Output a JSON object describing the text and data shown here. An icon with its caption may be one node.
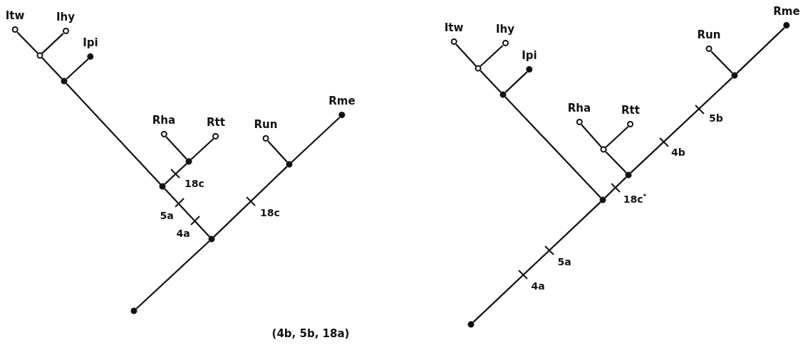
{
  "diagram": {
    "nodes": [
      {
        "text": [
          "Itw"
        ]
      },
      {
        "text": [
          "Ihy"
        ]
      },
      {
        "text": [
          "Ipi"
        ]
      },
      {
        "text": [
          "Rha"
        ]
      },
      {
        "text": [
          "Rtt"
        ]
      },
      {
        "text": [
          "Run"
        ]
      },
      {
        "text": [
          "Rme"
        ]
      },
      {
        "text": [],
        "shape": "circle"
      },
      {
        "text": [],
        "shape": "circle"
      },
      {
        "text": [],
        "shape": "circle"
      },
      {
        "text": [],
        "shape": "circle"
      },
      {
        "text": [],
        "shape": "circle"
      },
      {
        "text": [],
        "shape": "circle"
      },
      {
        "text": [],
        "shape": "circle"
      },
      {
        "text": [
          "Itw"
        ]
      },
      {
        "text": [
          "Ihy"
        ]
      },
      {
        "text": [
          "Ipi"
        ]
      },
      {
        "text": [
          "Rha"
        ]
      },
      {
        "text": [
          "Rtt"
        ]
      },
      {
        "text": [
          "Run"
        ]
      },
      {
        "text": [
          "Rme"
        ]
      },
      {
        "text": [],
        "shape": "circle"
      },
      {
        "text": [],
        "shape": "circle"
      },
      {
        "text": [],
        "shape": "circle"
      },
      {
        "text": [],
        "shape": "circle"
      },
      {
        "text": [],
        "shape": "circle"
      },
      {
        "text": [],
        "shape": "circle"
      },
      {
        "text": [],
        "shape": "circle"
      }
    ],
    "edges": [
      {
        "from": 7,
        "to": 0,
        "arrow": "none"
      },
      {
        "from": 7,
        "to": 1,
        "arrow": "none"
      },
      {
        "from": 8,
        "to": 7,
        "arrow": "none"
      },
      {
        "from": 8,
        "to": 2,
        "arrow": "none"
      },
      {
        "from": 9,
        "to": 3,
        "arrow": "none"
      },
      {
        "from": 9,
        "to": 4,
        "arrow": "none"
      },
      {
        "from": 10,
        "to": 9,
        "arrow": "none"
      },
      {
        "from": 10,
        "to": 8,
        "arrow": "none"
      },
      {
        "from": 12,
        "to": 10,
        "arrow": "none"
      },
      {
        "from": 12,
        "to": 11,
        "arrow": "none"
      },
      {
        "from": 11,
        "to": 5,
        "arrow": "none"
      },
      {
        "from": 11,
        "to": 6,
        "arrow": "none"
      },
      {
        "from": 13,
        "to": 12,
        "arrow": "none"
      },
      {
        "from": 21,
        "to": 14,
        "arrow": "none"
      },
      {
        "from": 21,
        "to": 15,
        "arrow": "none"
      },
      {
        "from": 22,
        "to": 21,
        "arrow": "none"
      },
      {
        "from": 22,
        "to": 16,
        "arrow": "none"
      },
      {
        "from": 23,
        "to": 17,
        "arrow": "none"
      },
      {
        "from": 23,
        "to": 18,
        "arrow": "none"
      },
      {
        "from": 24,
        "to": 23,
        "arrow": "none"
      },
      {
        "from": 24,
        "to": 26,
        "arrow": "none"
      },
      {
        "from": 26,
        "to": 19,
        "arrow": "none"
      },
      {
        "from": 26,
        "to": 20,
        "arrow": "none"
      },
      {
        "from": 25,
        "to": 24,
        "arrow": "none"
      },
      {
        "from": 25,
        "to": 22,
        "arrow": "none"
      },
      {
        "from": 27,
        "to": 25,
        "arrow": "none"
      }
    ],
    "labels": [
      "18c",
      "5a",
      "4a",
      "18c",
      "(4b, 5b, 18a)",
      "5b",
      "4b",
      "18c$^{*}$",
      "5a",
      "4a"
    ]
  }
}
